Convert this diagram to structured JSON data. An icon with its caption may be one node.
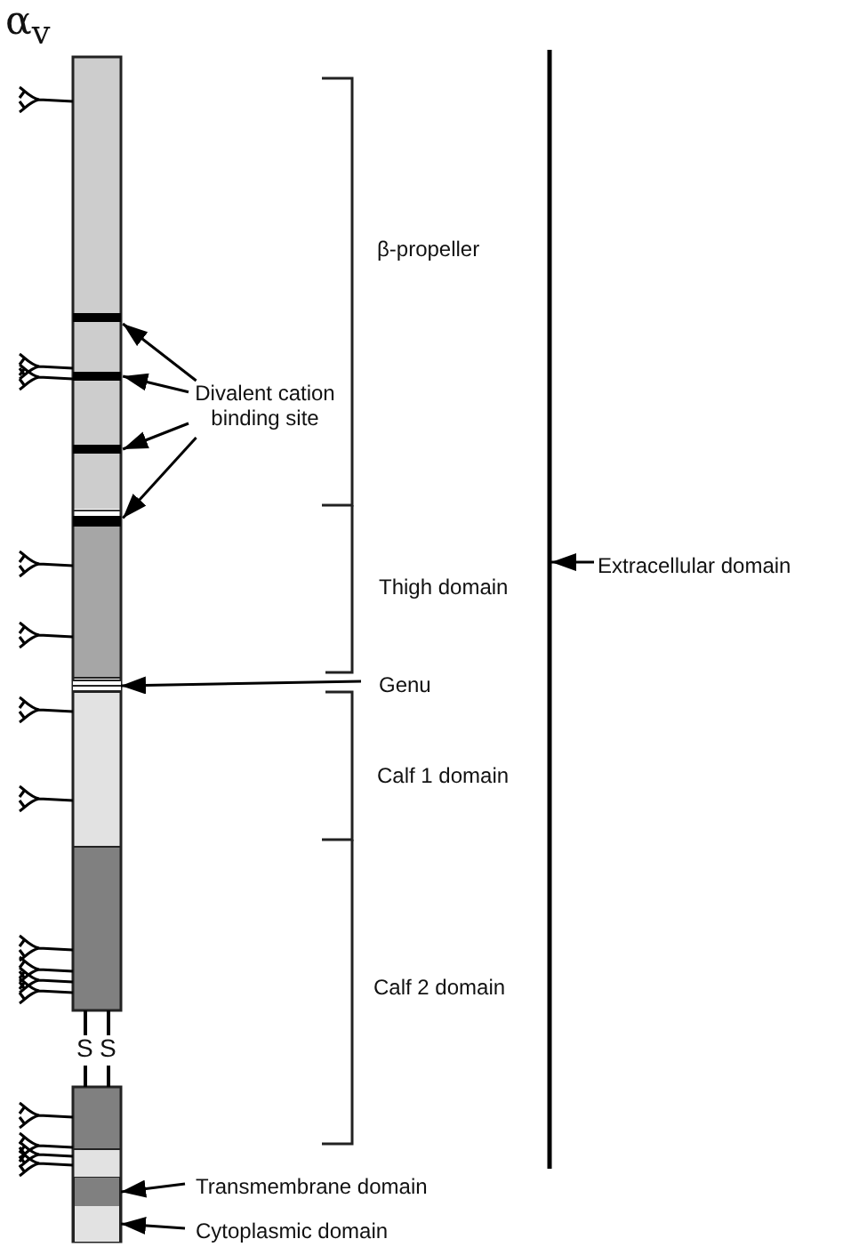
{
  "diagram": {
    "title": "α$_{v}$",
    "nodes": [
      {
        "text": [],
        "shape": "bar"
      },
      {
        "text": [],
        "shape": "bar"
      },
      {
        "text": [],
        "shape": "bar"
      },
      {
        "text": [],
        "shape": "bar"
      },
      {
        "text": [
          "Divalent cation binding site"
        ]
      },
      {
        "text": [
          "Extracellular domain"
        ]
      },
      {
        "text": [],
        "shape": "bar"
      },
      {
        "text": [
          "Genu"
        ]
      },
      {
        "text": [],
        "shape": "bar"
      },
      {
        "text": [
          "Transmembrane domain"
        ]
      },
      {
        "text": [],
        "shape": "bar"
      },
      {
        "text": [
          "Cytoplasmic domain"
        ]
      }
    ],
    "edges": [
      {
        "from": 4,
        "to": 0,
        "arrow": "to"
      },
      {
        "from": 4,
        "to": 1,
        "arrow": "to"
      },
      {
        "from": 4,
        "to": 2,
        "arrow": "to"
      },
      {
        "from": 4,
        "to": 3,
        "arrow": "to"
      },
      {
        "from": 5,
        "to": null,
        "arrow": "to"
      },
      {
        "from": 7,
        "to": 6,
        "arrow": "to"
      },
      {
        "from": 9,
        "to": 8,
        "arrow": "to"
      },
      {
        "from": 11,
        "to": 10,
        "arrow": "to"
      }
    ],
    "labels": [
      "β-propeller",
      "Thigh domain",
      "Calf 1 domain",
      "Calf 2 domain",
      "S",
      "S"
    ]
  }
}
